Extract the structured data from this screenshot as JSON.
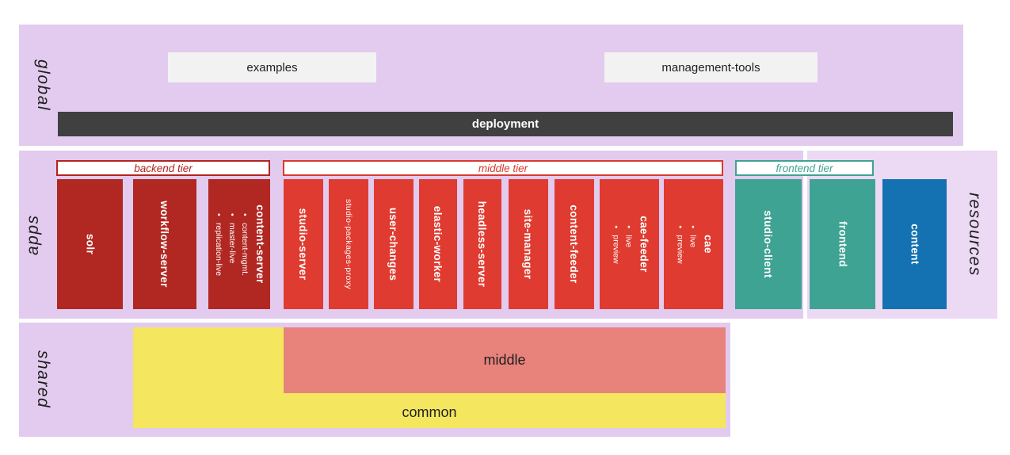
{
  "colors": {
    "band_lavender": "#e2cbee",
    "band_lavender_light": "#ecd9f4",
    "box_gray": "#f2f2f2",
    "deployment_dark": "#404040",
    "backend_red_dark": "#b12722",
    "middle_red": "#e03b30",
    "frontend_teal": "#3fa393",
    "content_blue": "#1471b2",
    "shared_yellow": "#f4e75f",
    "shared_salmon": "#e8837c"
  },
  "global": {
    "label": "global",
    "examples": "examples",
    "management_tools": "management-tools",
    "deployment": "deployment"
  },
  "apps": {
    "label": "apps",
    "tiers": [
      {
        "name": "backend tier"
      },
      {
        "name": "middle tier"
      },
      {
        "name": "frontend tier"
      }
    ],
    "blocks": [
      {
        "label": "solr"
      },
      {
        "label": "workflow-server"
      },
      {
        "label": "content-server",
        "bullets": [
          "content-mgmt.",
          "master-live",
          "replication-live"
        ]
      },
      {
        "label": "studio-server"
      },
      {
        "label": "studio-packages-proxy"
      },
      {
        "label": "user-changes"
      },
      {
        "label": "elastic-worker"
      },
      {
        "label": "headless-server"
      },
      {
        "label": "site-manager"
      },
      {
        "label": "content-feeder"
      },
      {
        "label": "cae-feeder",
        "bullets": [
          "live",
          "preview"
        ]
      },
      {
        "label": "cae",
        "bullets": [
          "live",
          "preview"
        ]
      },
      {
        "label": "studio-client"
      }
    ]
  },
  "resources": {
    "label": "resources",
    "blocks": [
      {
        "label": "frontend"
      },
      {
        "label": "content"
      }
    ]
  },
  "shared": {
    "label": "shared",
    "common": "common",
    "middle": "middle"
  }
}
